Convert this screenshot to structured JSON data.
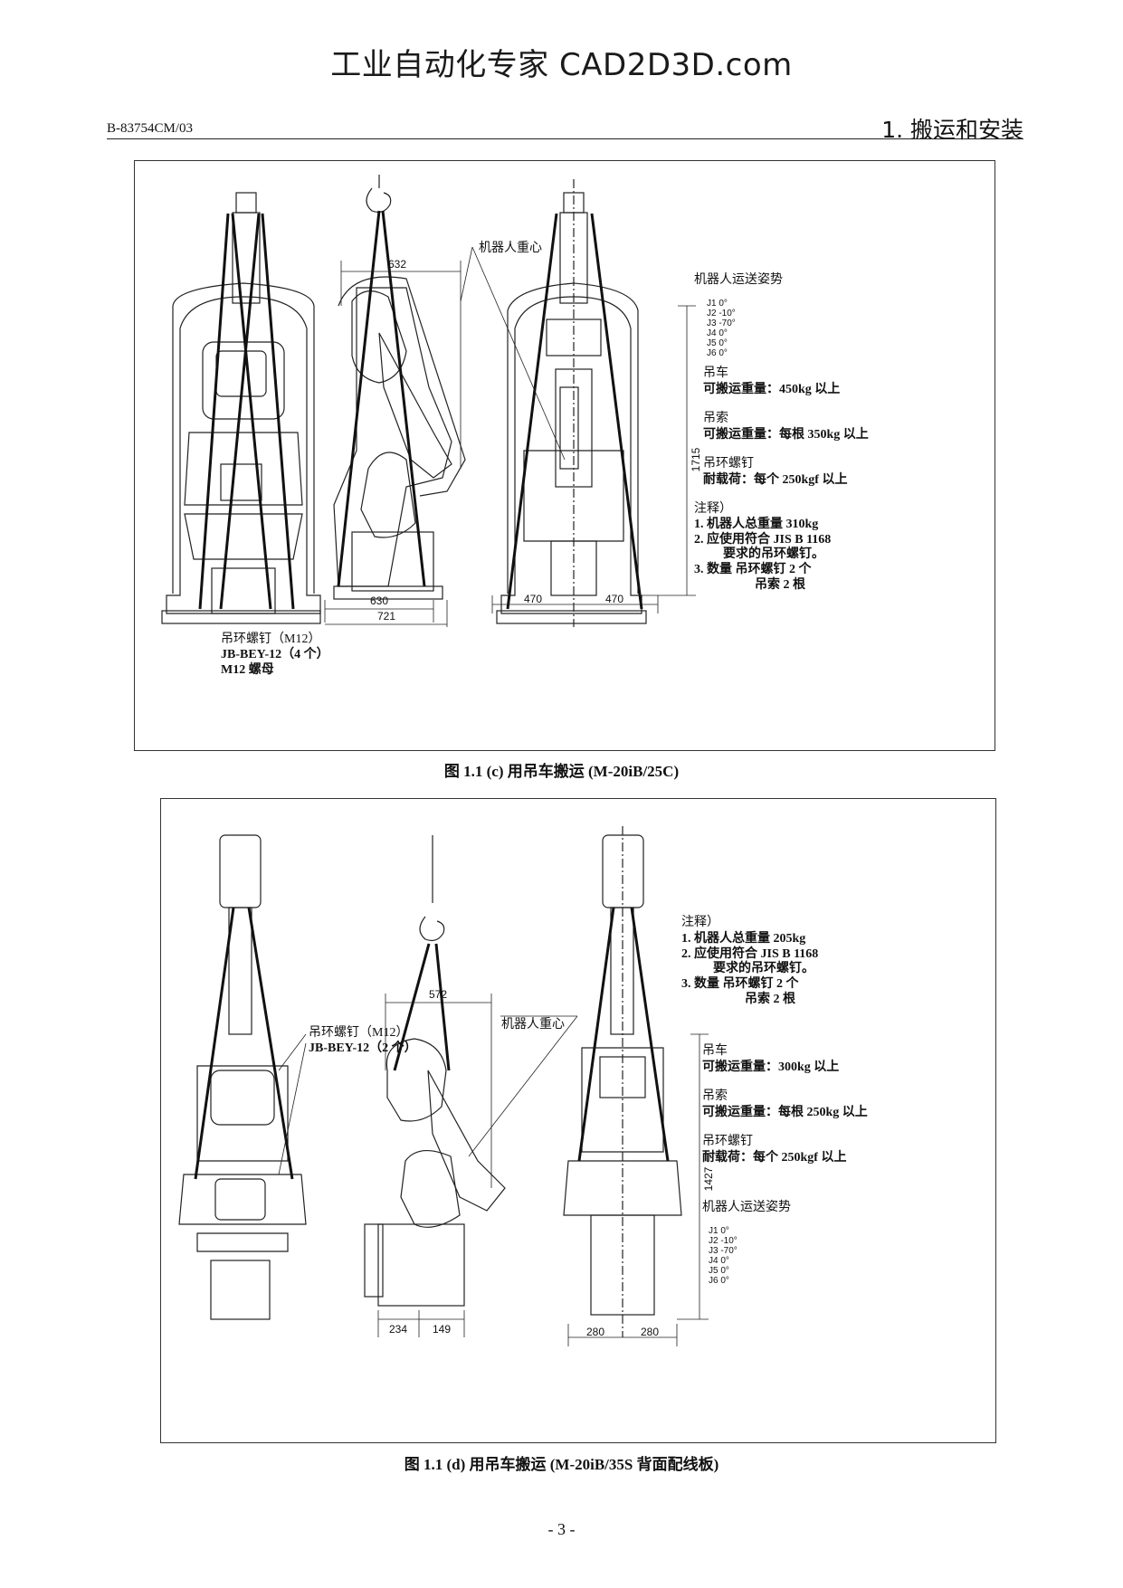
{
  "watermark": "工业自动化专家 CAD2D3D.com",
  "header": {
    "doc_id": "B-83754CM/03",
    "section": "1. 搬运和安装"
  },
  "figure_c": {
    "caption": "图 1.1 (c)  用吊车搬运 (M-20iB/25C)",
    "cog_label": "机器人重心",
    "dims": {
      "top": "632",
      "base_inner": "630",
      "base_outer": "721",
      "left_half": "470",
      "right_half": "470",
      "height": "1715"
    },
    "eyebolt_note": [
      "吊环螺钉（M12）",
      "JB-BEY-12（4 个）",
      "M12 螺母"
    ],
    "posture_title": "机器人运送姿势",
    "posture": [
      "J1    0°",
      "J2  -10°",
      "J3  -70°",
      "J4    0°",
      "J5    0°",
      "J6    0°"
    ],
    "crane": [
      "吊车",
      "可搬运重量：450kg 以上"
    ],
    "sling": [
      "吊索",
      "可搬运重量：每根 350kg 以上"
    ],
    "eyebolt": [
      "吊环螺钉",
      "耐载荷：每个 250kgf 以上"
    ],
    "notes": [
      "注释）",
      "1. 机器人总重量 310kg",
      "2. 应使用符合 JIS B 1168",
      "要求的吊环螺钉。",
      "3. 数量      吊环螺钉 2 个",
      "吊索 2 根"
    ]
  },
  "figure_d": {
    "caption": "图 1.1 (d)  用吊车搬运 (M-20iB/35S 背面配线板)",
    "cog_label": "机器人重心",
    "dims": {
      "top": "572",
      "base_left": "234",
      "base_right": "149",
      "left_half": "280",
      "right_half": "280",
      "height": "1427"
    },
    "eyebolt_note": [
      "吊环螺钉（M12）",
      "JB-BEY-12（2 个）"
    ],
    "notes": [
      "注释）",
      "1. 机器人总重量 205kg",
      "2. 应使用符合 JIS B 1168",
      "要求的吊环螺钉。",
      "3. 数量      吊环螺钉 2 个",
      "吊索 2 根"
    ],
    "crane": [
      "吊车",
      "可搬运重量：300kg 以上"
    ],
    "sling": [
      "吊索",
      "可搬运重量：每根 250kg 以上"
    ],
    "eyebolt": [
      "吊环螺钉",
      "耐载荷：每个 250kgf 以上"
    ],
    "posture_title": "机器人运送姿势",
    "posture": [
      "J1    0°",
      "J2  -10°",
      "J3  -70°",
      "J4    0°",
      "J5    0°",
      "J6    0°"
    ]
  },
  "page_number": "- 3 -"
}
